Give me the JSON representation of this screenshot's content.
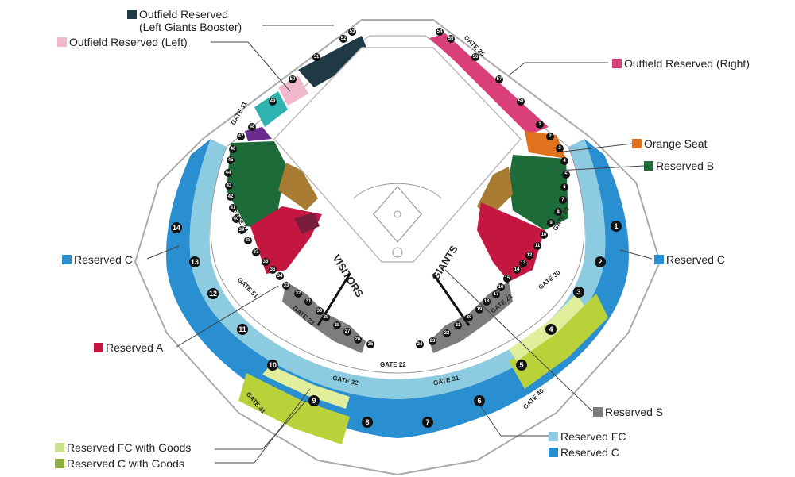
{
  "legends": {
    "outfield_giants_booster": {
      "line1": "Outfield Reserved",
      "line2": "(Left Giants Booster)",
      "color": "#203a45"
    },
    "outfield_left": {
      "label": "Outfield Reserved (Left)",
      "color": "#f1b7cc"
    },
    "outfield_right": {
      "label": "Outfield Reserved (Right)",
      "color": "#d9407a"
    },
    "orange_seat": {
      "label": "Orange Seat",
      "color": "#e0711d"
    },
    "reserved_b": {
      "label": "Reserved B",
      "color": "#1e6b3a"
    },
    "reserved_c_left": {
      "label": "Reserved C",
      "color": "#2a8fd0"
    },
    "reserved_c_right": {
      "label": "Reserved C",
      "color": "#2a8fd0"
    },
    "reserved_a": {
      "label": "Reserved A",
      "color": "#c4173f"
    },
    "reserved_s": {
      "label": "Reserved S",
      "color": "#7d7d7d"
    },
    "reserved_fc_goods": {
      "label": "Reserved FC with Goods",
      "color": "#c9e28c"
    },
    "reserved_c_goods": {
      "label": "Reserved C with Goods",
      "color": "#8db13a"
    },
    "reserved_fc": {
      "label": "Reserved FC",
      "color": "#8ccbe0"
    },
    "reserved_c_bottom": {
      "label": "Reserved C",
      "color": "#2a8fd0"
    }
  },
  "field": {
    "visitors": "VISITORS",
    "giants": "GIANTS"
  },
  "gates": {
    "g11": "GATE 11",
    "g25": "GATE 25",
    "g24": "GATE 24",
    "g20": "GATE 20",
    "g51": "GATE 51",
    "g30": "GATE 30",
    "g21": "GATE 21",
    "g23": "GATE 23",
    "g22": "GATE 22",
    "g32": "GATE 32",
    "g31": "GATE 31",
    "g41": "GATE 41",
    "g40": "GATE 40"
  },
  "block_numbers": {
    "outer_left": [
      "14",
      "13",
      "12",
      "11",
      "10",
      "9"
    ],
    "outer_right": [
      "1",
      "2",
      "3",
      "4",
      "5",
      "6"
    ],
    "outer_bottom": [
      "8",
      "7"
    ],
    "left_inner": [
      "48",
      "47",
      "46",
      "45",
      "44",
      "43",
      "42",
      "41",
      "40",
      "39",
      "38",
      "37",
      "36",
      "35",
      "34",
      "33",
      "32",
      "31",
      "30",
      "29",
      "28",
      "27",
      "26",
      "25"
    ],
    "right_inner": [
      "1",
      "2",
      "3",
      "4",
      "5",
      "6",
      "7",
      "8",
      "9",
      "10",
      "11",
      "12",
      "13",
      "14",
      "15",
      "16",
      "17",
      "18",
      "19",
      "20",
      "21",
      "22",
      "23",
      "24"
    ],
    "outfield_left": [
      "53",
      "52",
      "51",
      "50",
      "49"
    ],
    "outfield_right": [
      "54",
      "55",
      "56",
      "57",
      "58"
    ]
  }
}
